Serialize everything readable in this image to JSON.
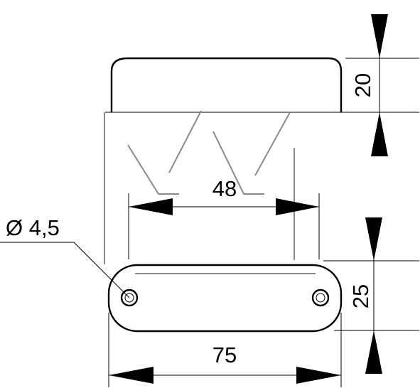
{
  "drawing": {
    "dimensions": {
      "top_height": "20",
      "inner_width": "48",
      "hole_diameter": "Ø 4,5",
      "body_height": "25",
      "overall_width": "75"
    }
  }
}
